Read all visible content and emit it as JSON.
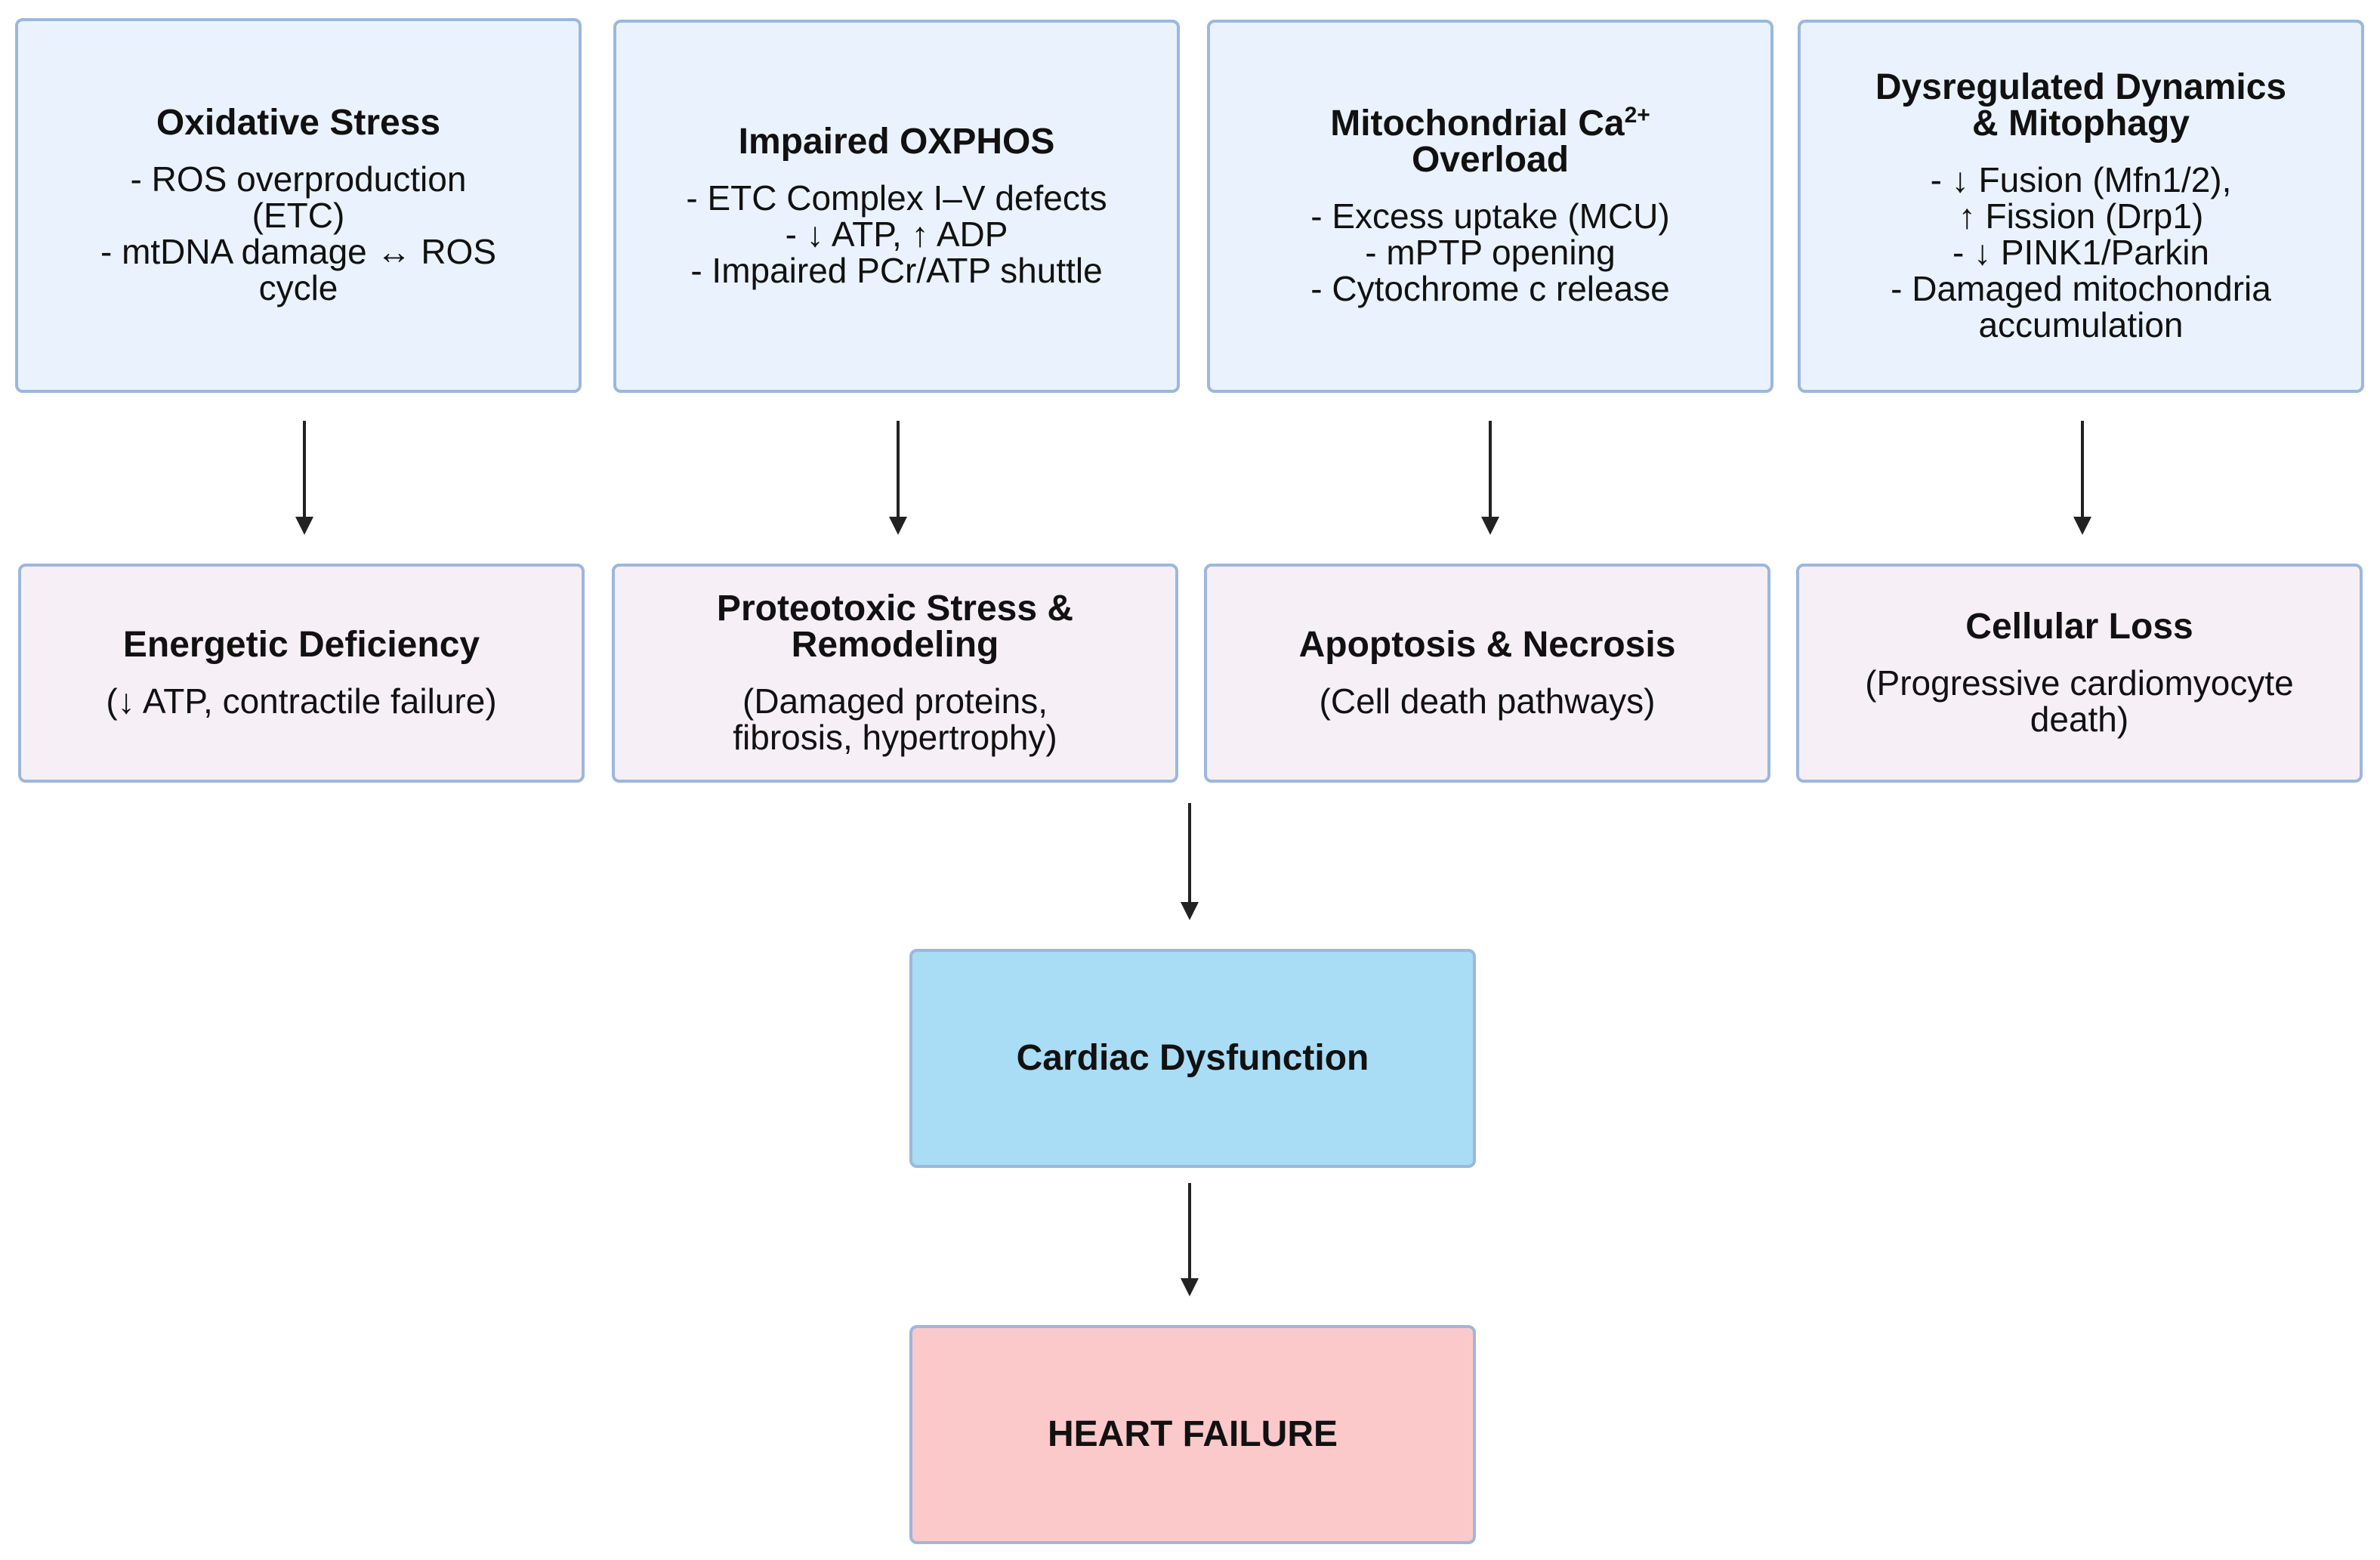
{
  "causes": [
    {
      "title": "Oxidative Stress",
      "lines": [
        "- ROS overproduction",
        "(ETC)",
        "- mtDNA damage ↔ ROS",
        "cycle"
      ]
    },
    {
      "title": "Impaired OXPHOS",
      "lines": [
        "- ETC Complex I–V defects",
        "- ↓ ATP, ↑ ADP",
        "- Impaired PCr/ATP shuttle"
      ]
    },
    {
      "title_main": "Mitochondrial Ca",
      "title_sup": "2+",
      "title_2": "Overload",
      "lines": [
        "- Excess uptake (MCU)",
        "- mPTP opening",
        "- Cytochrome c release"
      ]
    },
    {
      "title_1": "Dysregulated Dynamics",
      "title_2": "& Mitophagy",
      "lines": [
        "- ↓ Fusion (Mfn1/2),",
        "↑ Fission (Drp1)",
        "- ↓ PINK1/Parkin",
        "- Damaged mitochondria",
        "accumulation"
      ]
    }
  ],
  "effects": [
    {
      "title": "Energetic Deficiency",
      "sub": "(↓ ATP, contractile failure)"
    },
    {
      "title_1": "Proteotoxic Stress &",
      "title_2": "Remodeling",
      "sub_1": "(Damaged proteins,",
      "sub_2": "fibrosis, hypertrophy)"
    },
    {
      "title": "Apoptosis & Necrosis",
      "sub": "(Cell death pathways)"
    },
    {
      "title": "Cellular Loss",
      "sub_1": "(Progressive cardiomyocyte",
      "sub_2": "death)"
    }
  ],
  "dysfunction": {
    "label": "Cardiac Dysfunction"
  },
  "failure": {
    "label": "HEART FAILURE"
  },
  "colors": {
    "cause_fill": "#eaf3fd",
    "effect_fill": "#f6f0f6",
    "dysfunction_fill": "#a9dcf5",
    "failure_fill": "#fcc9cb",
    "border": "#9db7dc",
    "arrow": "#222222"
  }
}
